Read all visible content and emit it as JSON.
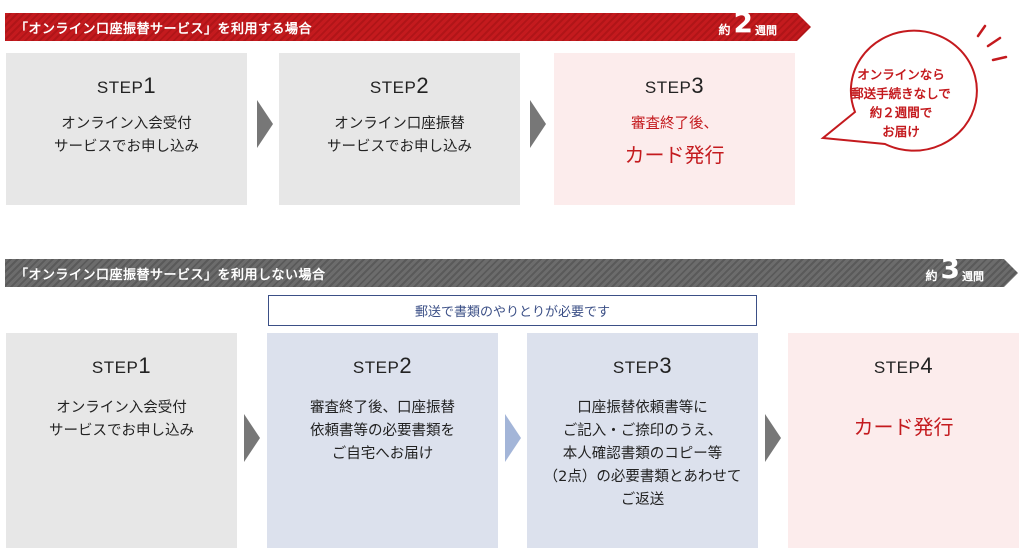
{
  "top_flow": {
    "banner": {
      "title": "「オンライン口座振替サービス」を利用する場合",
      "dur_pre": "約",
      "dur_num": "2",
      "dur_post": "週間"
    },
    "steps": [
      {
        "label": "STEP",
        "num": "1",
        "text": "オンライン入会受付\nサービスでお申し込み"
      },
      {
        "label": "STEP",
        "num": "2",
        "text": "オンライン口座振替\nサービスでお申し込み"
      },
      {
        "label": "STEP",
        "num": "3",
        "text_line1": "審査終了後、",
        "text_line2": "カード発行"
      }
    ],
    "bubble": "オンラインなら\n郵送手続きなしで\n約２週間で\nお届け"
  },
  "bottom_flow": {
    "banner": {
      "title": "「オンライン口座振替サービス」を利用しない場合",
      "dur_pre": "約",
      "dur_num": "3",
      "dur_post": "週間"
    },
    "note": "郵送で書類のやりとりが必要です",
    "steps": [
      {
        "label": "STEP",
        "num": "1",
        "text": "オンライン入会受付\nサービスでお申し込み"
      },
      {
        "label": "STEP",
        "num": "2",
        "text": "審査終了後、口座振替\n依頼書等の必要書類を\nご自宅へお届け"
      },
      {
        "label": "STEP",
        "num": "3",
        "text": "口座振替依頼書等に\nご記入・ご捺印のうえ、\n本人確認書類のコピー等\n（2点）の必要書類とあわせて\nご返送"
      },
      {
        "label": "STEP",
        "num": "4",
        "text": "カード発行"
      }
    ]
  },
  "colors": {
    "accent_red": "#c41a1e",
    "banner_gray": "#666666",
    "step_gray": "#e7e7e7",
    "step_pink": "#fcecec",
    "step_blue": "#dce1ed",
    "note_blue": "#3b4f86"
  }
}
